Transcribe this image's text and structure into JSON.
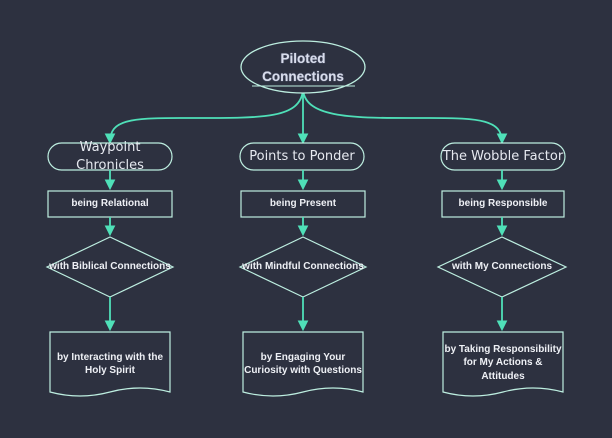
{
  "diagram": {
    "title": "Piloted Connections",
    "columns": [
      {
        "header": "Waypoint Chronicles",
        "state": "being Relational",
        "decision": "with Biblical Connections",
        "action": "by Interacting with the Holy Spirit"
      },
      {
        "header": "Points to Ponder",
        "state": "being Present",
        "decision": "with Mindful Connections",
        "action": "by Engaging Your Curiosity with Questions"
      },
      {
        "header": "The Wobble Factor",
        "state": "being Responsible",
        "decision": "with My Connections",
        "action": "by Taking Responsibility for My Actions & Attitudes"
      }
    ]
  },
  "colors": {
    "background": "#2d3140",
    "connector": "#4fe0b8",
    "shape_stroke": "#bdeee0",
    "text": "#e8ebf2"
  }
}
